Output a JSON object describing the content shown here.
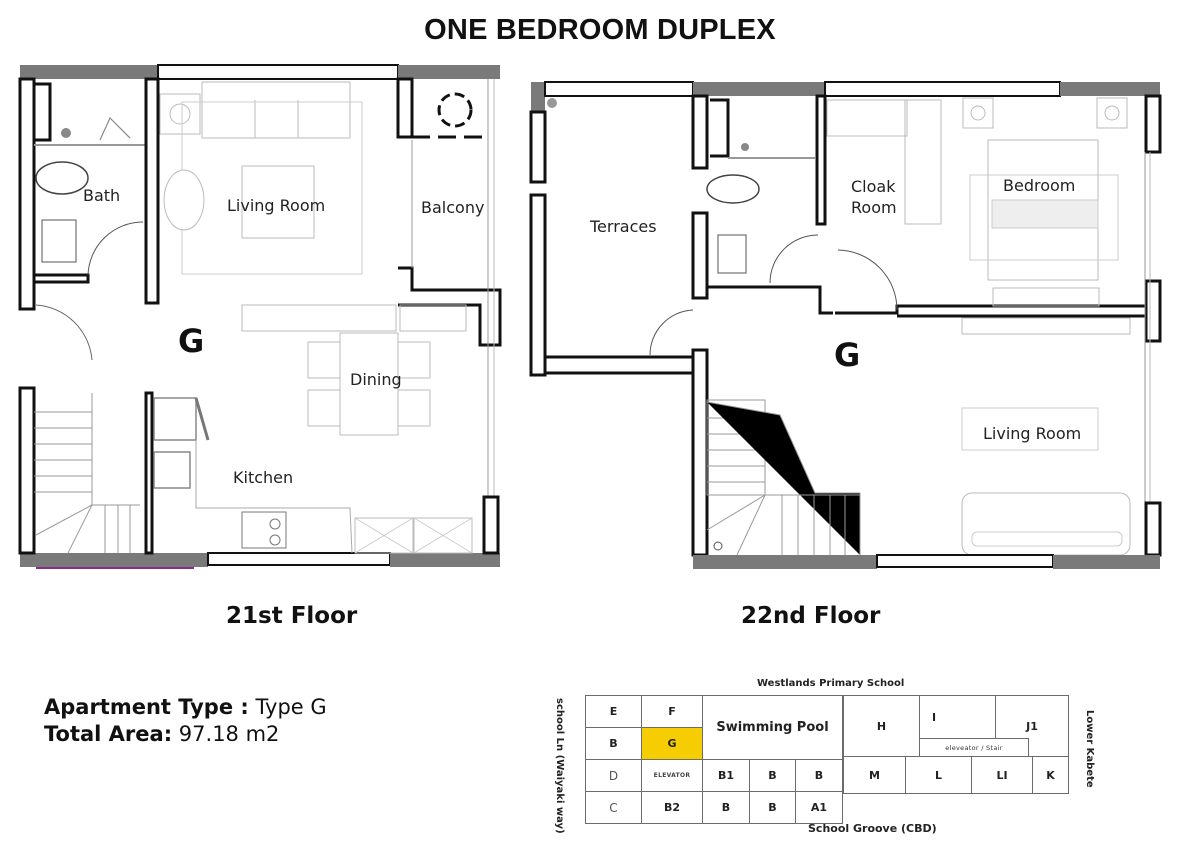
{
  "title": "ONE BEDROOM DUPLEX",
  "floors": [
    {
      "label": "21st Floor",
      "unit_marker": "G",
      "rooms": [
        {
          "name": "Bath"
        },
        {
          "name": "Living Room"
        },
        {
          "name": "Balcony"
        },
        {
          "name": "Dining"
        },
        {
          "name": "Kitchen"
        }
      ]
    },
    {
      "label": "22nd Floor",
      "unit_marker": "G",
      "rooms": [
        {
          "name": "Terraces"
        },
        {
          "name": "Cloak Room"
        },
        {
          "name": "Bedroom"
        },
        {
          "name": "Living Room"
        }
      ]
    }
  ],
  "info": {
    "type_label": "Apartment Type :",
    "type_value": "Type G",
    "area_label": "Total Area:",
    "area_value": "97.18 m2"
  },
  "site_map": {
    "north_label": "Westlands Primary School",
    "south_label": "School Groove (CBD)",
    "west_label": "school Ln  (Waiyaki way)",
    "east_label": "Lower Kabete",
    "highlight_color": "#f6cd00",
    "cells": {
      "e": "E",
      "f": "F",
      "pool": "Swimming Pool",
      "b_left": "B",
      "g": "G",
      "d": "D",
      "elevator": "ELEVATOR",
      "b1": "B1",
      "b_mid1": "B",
      "b_mid2": "B",
      "c": "C",
      "b2": "B2",
      "b_bot1": "B",
      "b_bot2": "B",
      "a1": "A1",
      "h": "H",
      "i": "I",
      "j1": "J1",
      "elev_stair": "eleveator / Stair",
      "m": "M",
      "l": "L",
      "li": "LI",
      "k": "K"
    }
  }
}
